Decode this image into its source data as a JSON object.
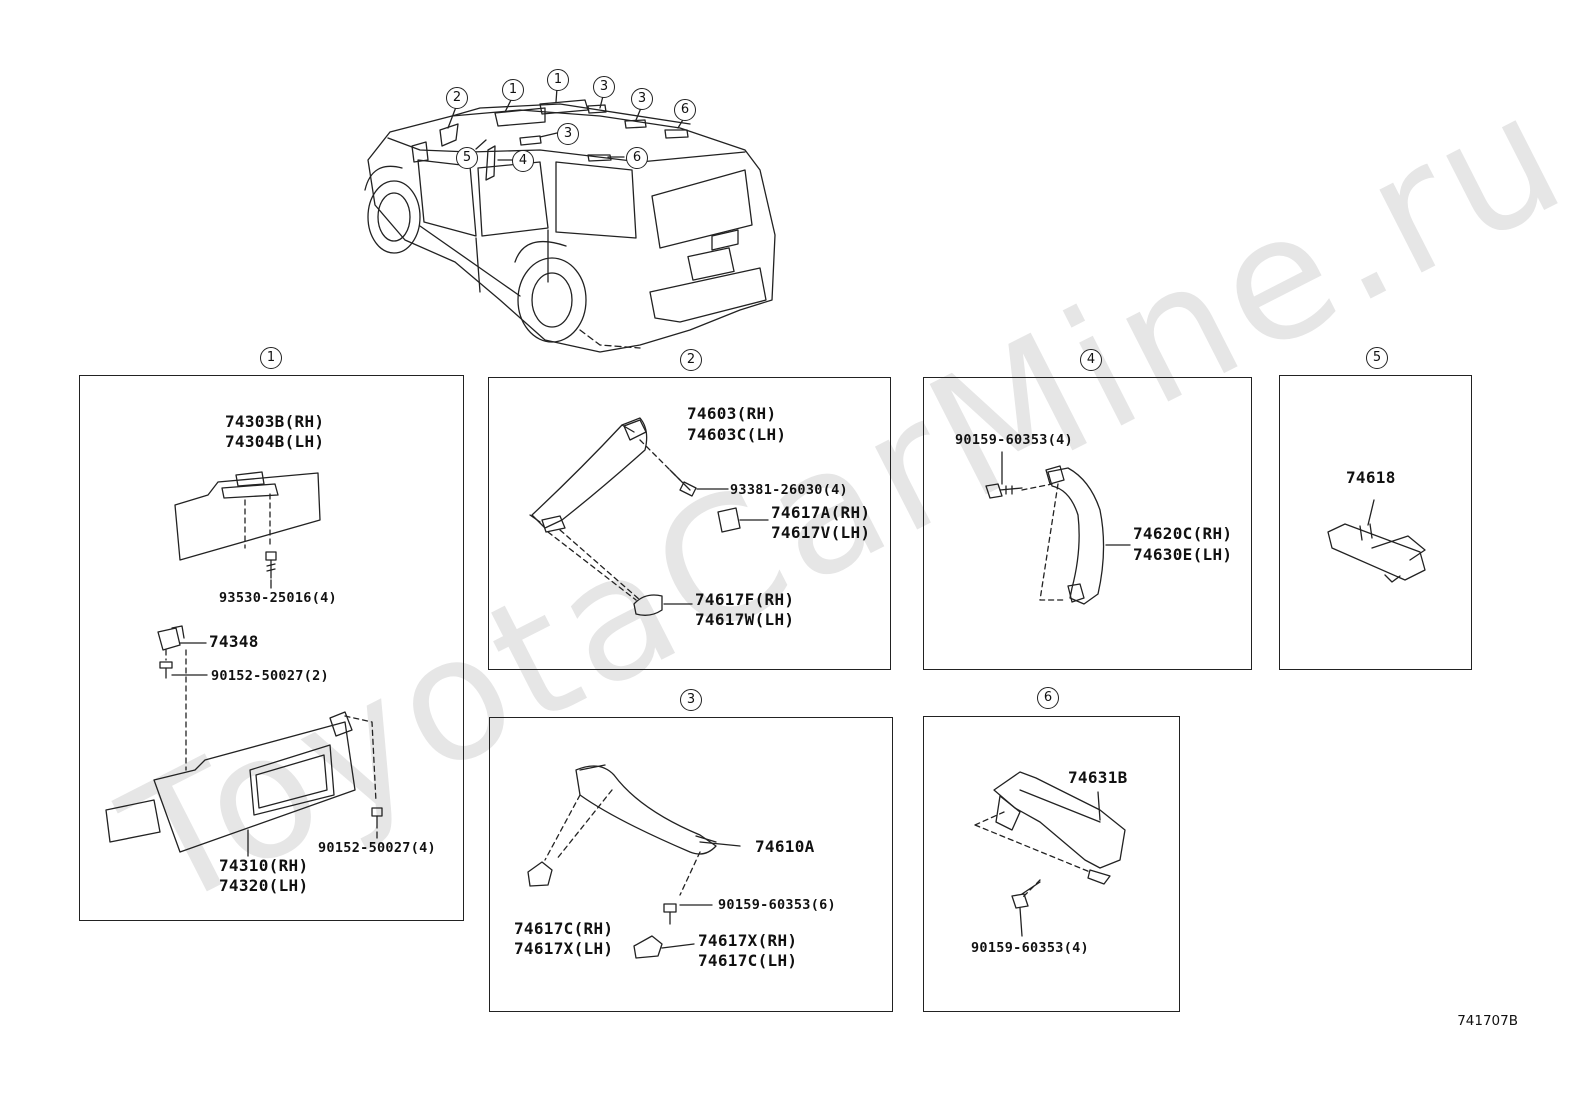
{
  "watermark": "ToyotaCarMine.ru",
  "diagram_ref": "741707B",
  "car_callouts": [
    "2",
    "1",
    "1",
    "3",
    "3",
    "6",
    "3",
    "5",
    "4",
    "6"
  ],
  "panels": {
    "p1": {
      "callout": "1",
      "labels": [
        "74303B(RH)",
        "74304B(LH)",
        "93530-25016(4)",
        "74348",
        "90152-50027(2)",
        "90152-50027(4)",
        "74310(RH)",
        "74320(LH)"
      ]
    },
    "p2": {
      "callout": "2",
      "labels": [
        "74603(RH)",
        "74603C(LH)",
        "93381-26030(4)",
        "74617A(RH)",
        "74617V(LH)",
        "74617F(RH)",
        "74617W(LH)"
      ]
    },
    "p3": {
      "callout": "3",
      "labels": [
        "74610A",
        "90159-60353(6)",
        "74617C(RH)",
        "74617X(LH)",
        "74617X(RH)",
        "74617C(LH)"
      ]
    },
    "p4": {
      "callout": "4",
      "labels": [
        "90159-60353(4)",
        "74620C(RH)",
        "74630E(LH)"
      ]
    },
    "p5": {
      "callout": "5",
      "labels": [
        "74618"
      ]
    },
    "p6": {
      "callout": "6",
      "labels": [
        "74631B",
        "90159-60353(4)"
      ]
    }
  }
}
